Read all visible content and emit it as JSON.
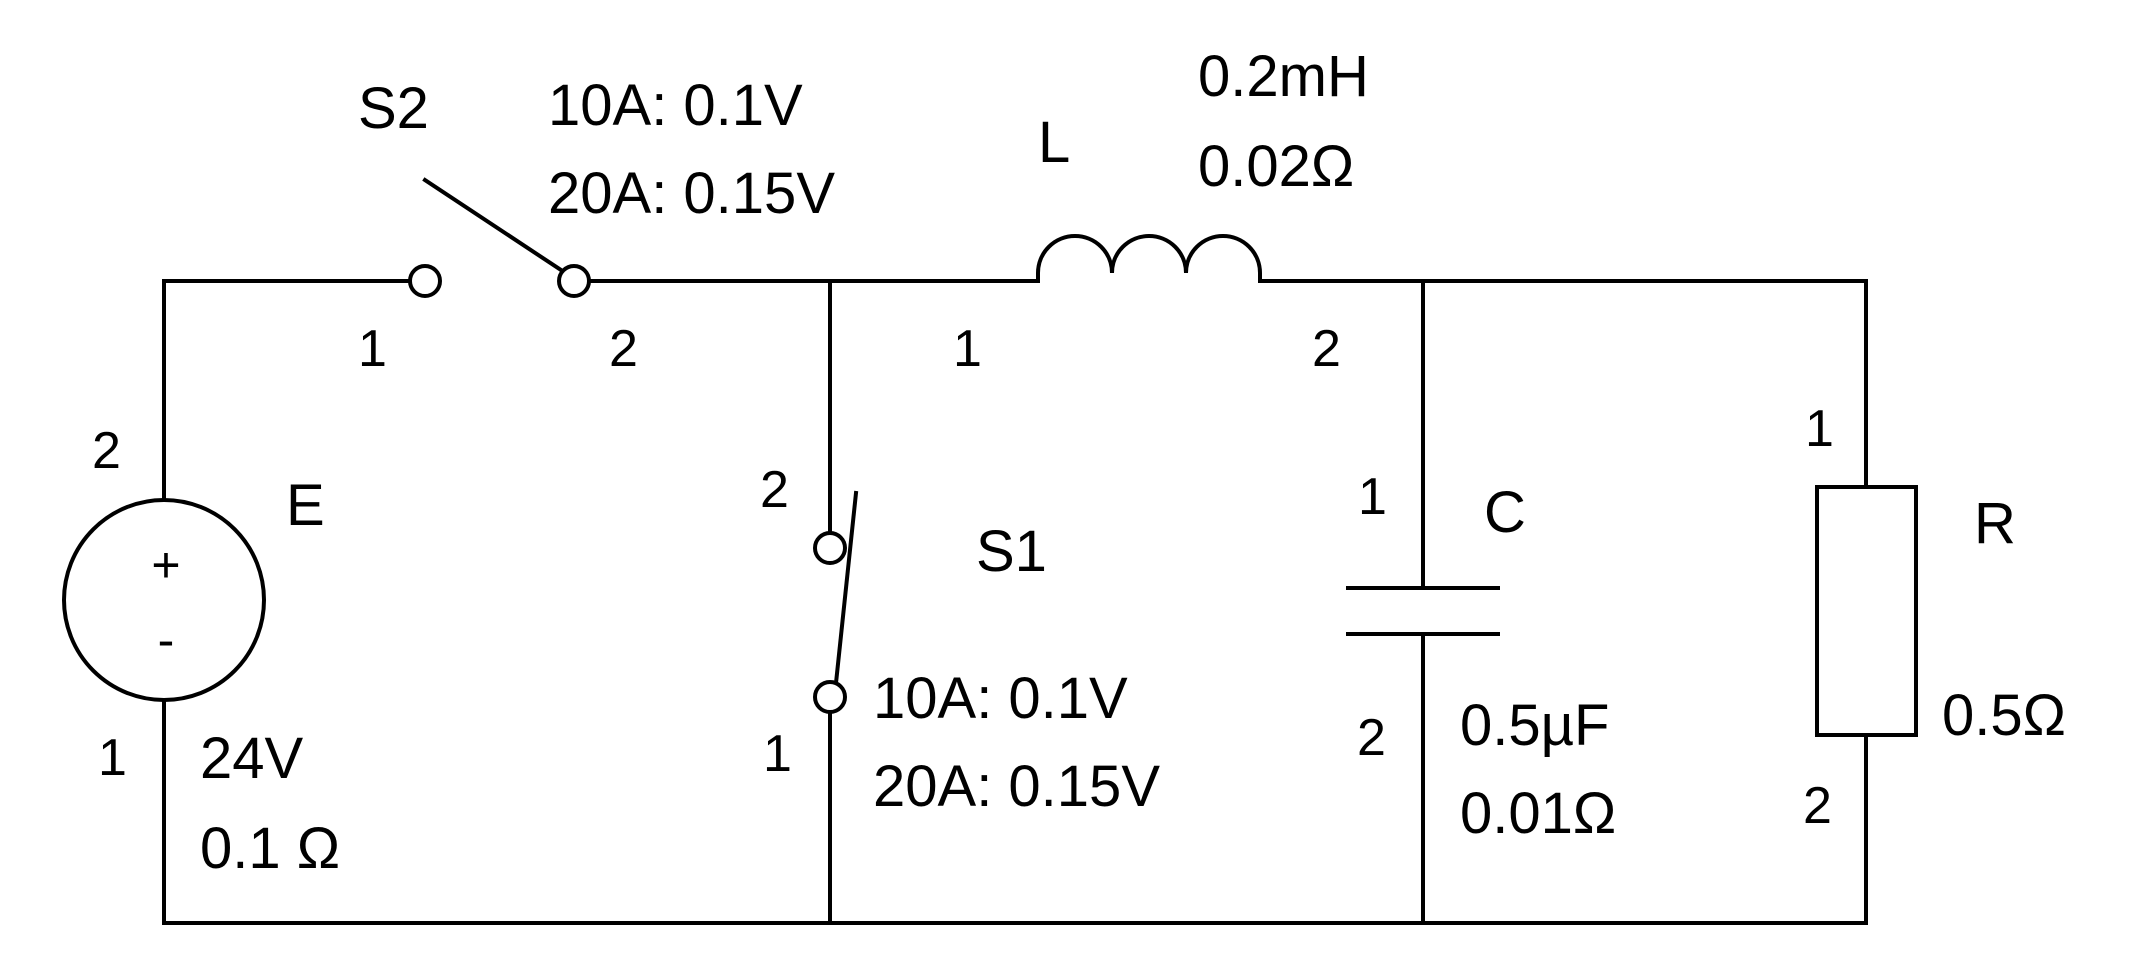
{
  "diagram": {
    "source": {
      "name": "E",
      "plus": "+",
      "minus": "-",
      "pin_top": "2",
      "pin_bottom": "1",
      "voltage": "24V",
      "resistance": "0.1 Ω"
    },
    "switch_s2": {
      "name": "S2",
      "pin_left": "1",
      "pin_right": "2",
      "rating_1": "10A: 0.1V",
      "rating_2": "20A: 0.15V"
    },
    "inductor": {
      "name": "L",
      "pin_left": "1",
      "pin_right": "2",
      "value": "0.2mH",
      "resistance": "0.02Ω"
    },
    "switch_s1": {
      "name": "S1",
      "pin_top": "2",
      "pin_bottom": "1",
      "rating_1": "10A: 0.1V",
      "rating_2": "20A: 0.15V"
    },
    "capacitor": {
      "name": "C",
      "pin_top": "1",
      "pin_bottom": "2",
      "value": "0.5µF",
      "resistance": "0.01Ω"
    },
    "resistor": {
      "name": "R",
      "pin_top": "1",
      "pin_bottom": "2",
      "value": "0.5Ω"
    }
  }
}
